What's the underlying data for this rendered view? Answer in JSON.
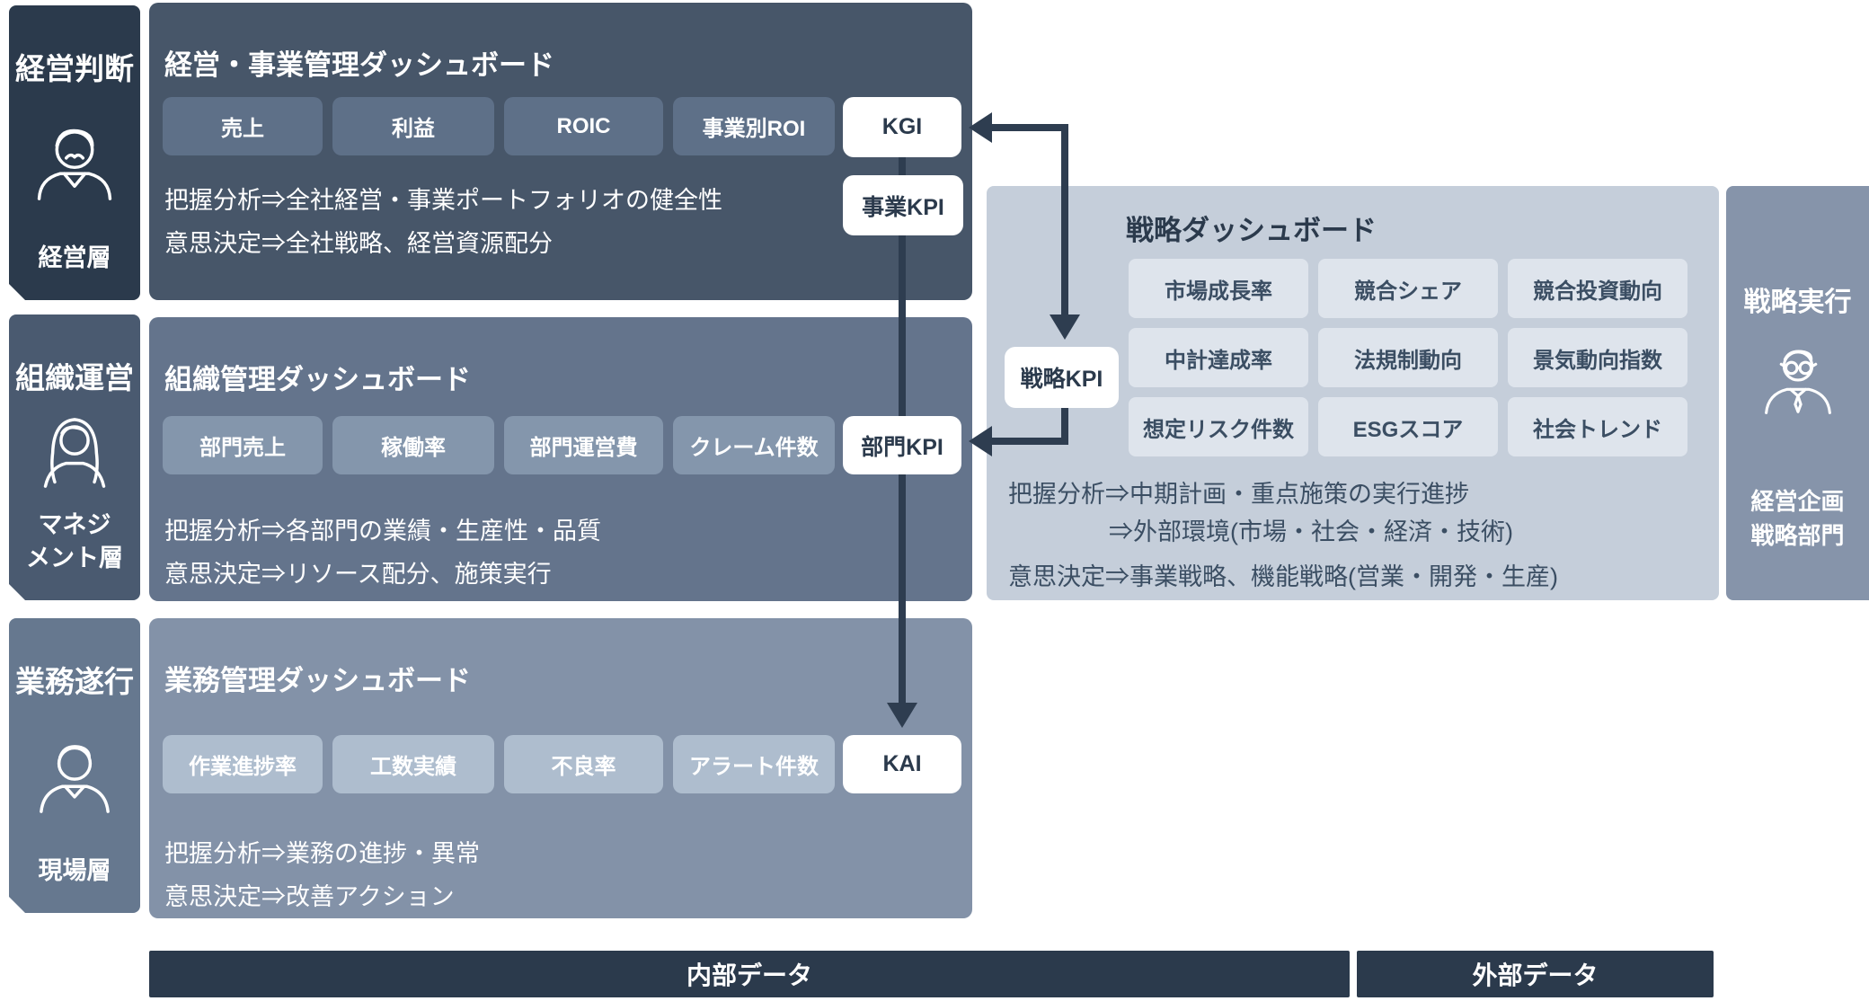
{
  "palette": {
    "role_box_top": "#2b3a4c",
    "role_box_mid": "#4a5a70",
    "role_box_bottom": "#66788f",
    "panel_exec": "#475669",
    "panel_org": "#64748c",
    "panel_ops": "#8392a8",
    "panel_strategy": "#c5ceda",
    "panel_strexec": "#8694aa",
    "chip_white": "#ffffff",
    "footer": "#2b3a4c",
    "arrow": "#2e3d50",
    "dark_text": "#3b4e63"
  },
  "sidebar": {
    "exec": {
      "role": "経営判断",
      "layer": "経営層"
    },
    "mgmt": {
      "role": "組織運営",
      "layer_line1": "マネジ",
      "layer_line2": "メント層"
    },
    "field": {
      "role": "業務遂行",
      "layer": "現場層"
    }
  },
  "dashboards": {
    "exec": {
      "title": "経営・事業管理ダッシュボード",
      "metrics": [
        "売上",
        "利益",
        "ROIC",
        "事業別ROI"
      ],
      "kgi_chip": "KGI",
      "business_kpi_chip": "事業KPI",
      "line1": "把握分析⇒全社経営・事業ポートフォリオの健全性",
      "line2": "意思決定⇒全社戦略、経営資源配分"
    },
    "org": {
      "title": "組織管理ダッシュボード",
      "metrics": [
        "部門売上",
        "稼働率",
        "部門運営費",
        "クレーム件数"
      ],
      "dept_kpi_chip": "部門KPI",
      "line1": "把握分析⇒各部門の業績・生産性・品質",
      "line2": "意思決定⇒リソース配分、施策実行"
    },
    "ops": {
      "title": "業務管理ダッシュボード",
      "metrics": [
        "作業進捗率",
        "工数実績",
        "不良率",
        "アラート件数"
      ],
      "kai_chip": "KAI",
      "line1": "把握分析⇒業務の進捗・異常",
      "line2": "意思決定⇒改善アクション"
    },
    "strategy": {
      "title": "戦略ダッシュボード",
      "strategy_kpi_chip": "戦略KPI",
      "metrics": [
        [
          "市場成長率",
          "競合シェア",
          "競合投資動向"
        ],
        [
          "中計達成率",
          "法規制動向",
          "景気動向指数"
        ],
        [
          "想定リスク件数",
          "ESGスコア",
          "社会トレンド"
        ]
      ],
      "line1": "把握分析⇒中期計画・重点施策の実行進捗",
      "line2": "⇒外部環境(市場・社会・経済・技術)",
      "line3": "意思決定⇒事業戦略、機能戦略(営業・開発・生産)"
    }
  },
  "strategy_executor": {
    "role": "戦略実行",
    "layer_line1": "経営企画",
    "layer_line2": "戦略部門"
  },
  "footer": {
    "internal": "内部データ",
    "external": "外部データ"
  }
}
